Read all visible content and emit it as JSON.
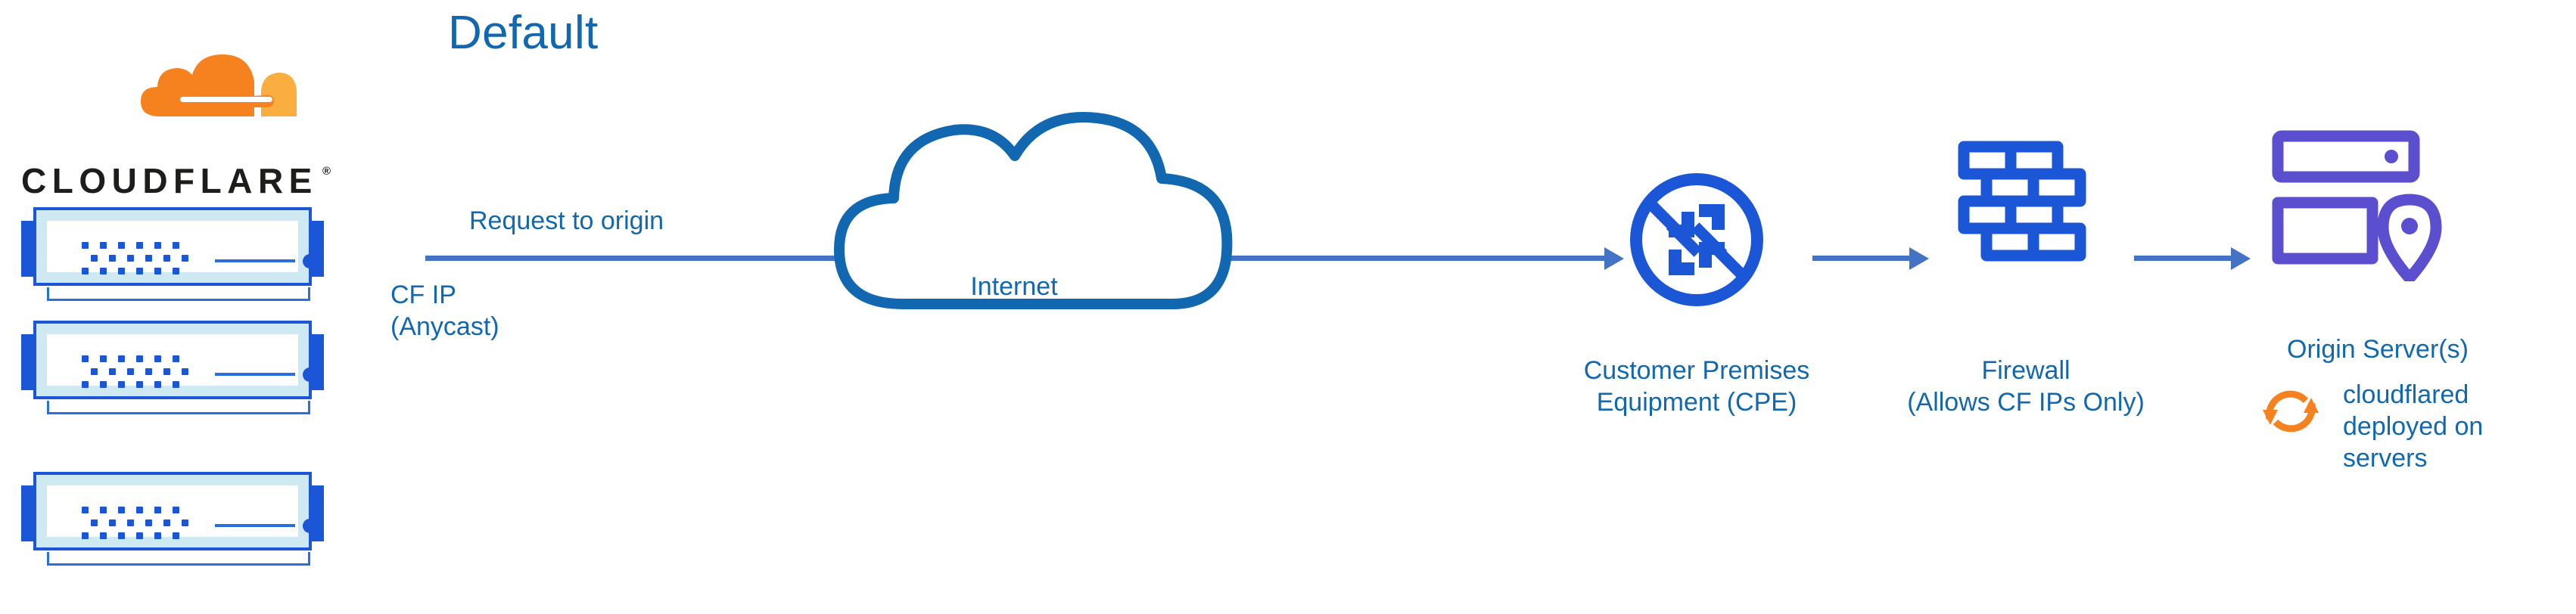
{
  "diagram": {
    "title": "Default",
    "type": "network-architecture",
    "background_color": "#ffffff",
    "accent_blue": "#1168b0",
    "icon_blue": "#1a56d6",
    "arrow_blue": "#4472c4",
    "origin_purple": "#5b4fcf",
    "cloudflare_orange": "#f6821f"
  },
  "cloudflare_logo": {
    "wordmark": "CLOUDFLARE",
    "registered_mark": "®",
    "cloud_icon_name": "cloudflare-cloud-logo"
  },
  "racks": {
    "count": 3,
    "name": "cloudflare-edge-server-rack"
  },
  "flow": {
    "request_label": "Request to origin",
    "cf_ip_label_line1": "CF IP",
    "cf_ip_label_line2": "(Anycast)"
  },
  "nodes": {
    "internet": {
      "label": "Internet",
      "icon": "cloud-outline-icon"
    },
    "cpe": {
      "label_line1": "Customer Premises",
      "label_line2": "Equipment (CPE)",
      "icon": "router-icon"
    },
    "firewall": {
      "label_line1": "Firewall",
      "label_line2": "(Allows CF IPs Only)",
      "icon": "brick-wall-icon"
    },
    "origin": {
      "label": "Origin Server(s)",
      "icon": "server-location-pin-icon"
    }
  },
  "annotation": {
    "cloudflared": {
      "icon": "sync-circular-arrows-icon",
      "line1": "cloudflared",
      "line2": "deployed on",
      "line3": "servers"
    }
  }
}
